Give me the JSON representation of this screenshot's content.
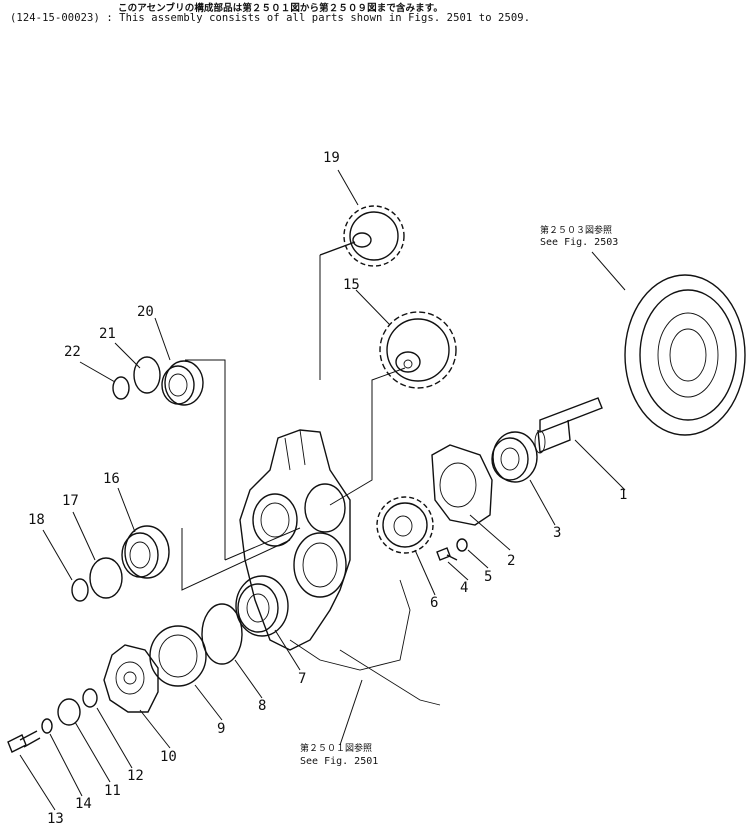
{
  "header": {
    "note_jp": "このアセンブリの構成部品は第２５０１図から第２５０９図まで含みます。",
    "note_en": "(124-15-00023) : This assembly consists of all parts shown in Figs. 2501 to 2509."
  },
  "references": {
    "top_right_jp": "第２５０３図参照",
    "top_right_en": "See Fig. 2503",
    "bottom_jp": "第２５０１図参照",
    "bottom_en": "See Fig. 2501"
  },
  "callouts": [
    "1",
    "2",
    "3",
    "4",
    "5",
    "6",
    "7",
    "8",
    "9",
    "10",
    "11",
    "12",
    "13",
    "14",
    "15",
    "16",
    "17",
    "18",
    "19",
    "20",
    "21",
    "22"
  ]
}
